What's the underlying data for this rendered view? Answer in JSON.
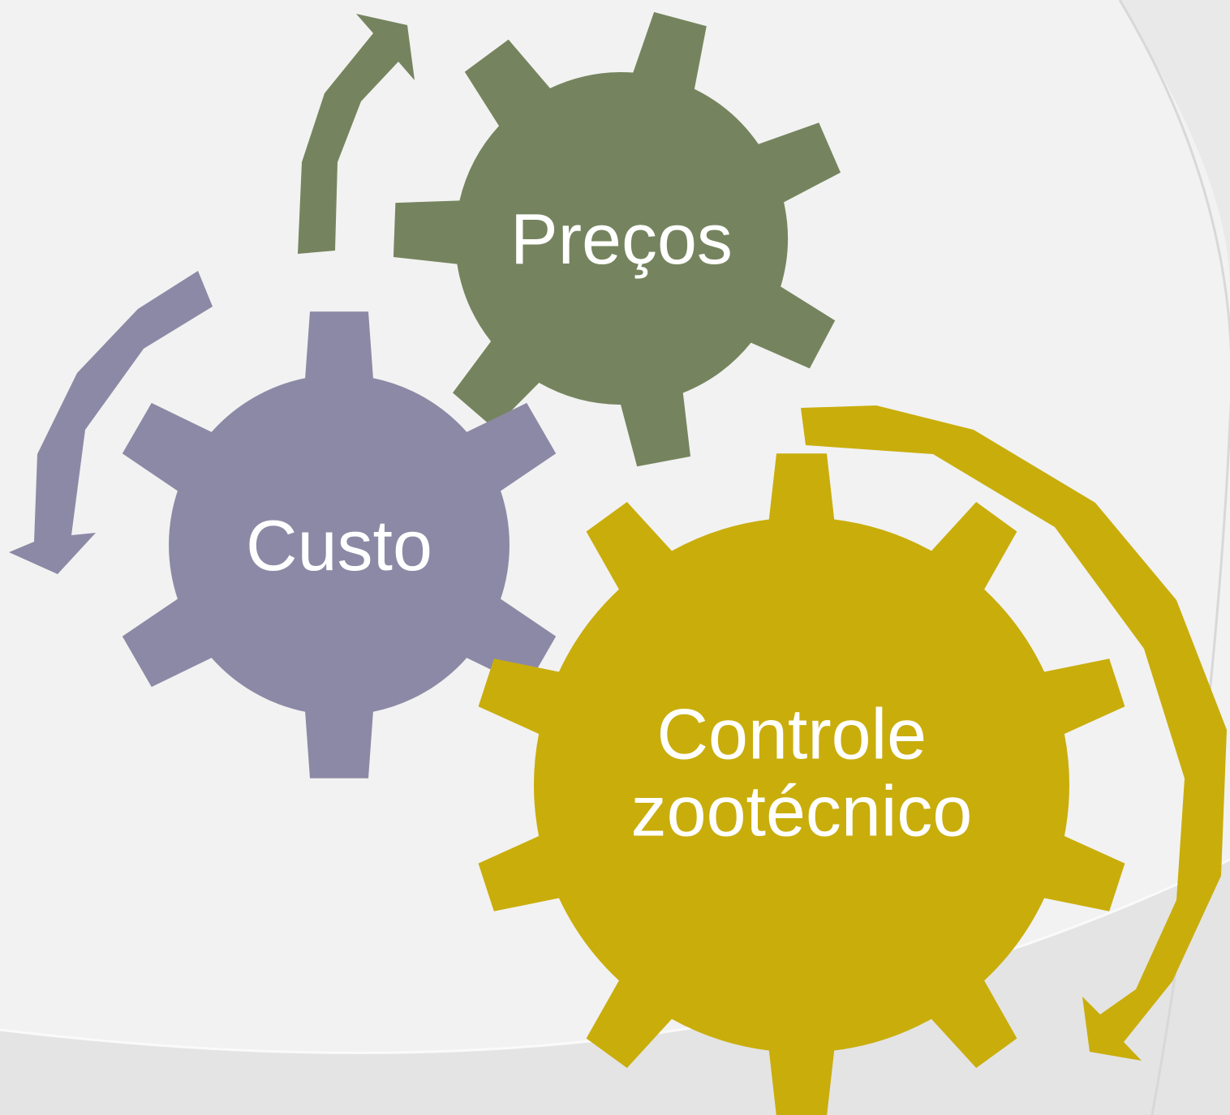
{
  "gears": [
    {
      "id": "precos",
      "label_lines": [
        "Preços"
      ],
      "color": "#75845e"
    },
    {
      "id": "custo",
      "label_lines": [
        "Custo"
      ],
      "color": "#8c89a6"
    },
    {
      "id": "controle",
      "label_lines": [
        "Controle",
        "zootécnico"
      ],
      "color": "#c9ad0b"
    }
  ],
  "background": {
    "base": "#f2f2f2",
    "light": "#f4f4f4",
    "shade": "#e4e4e4",
    "edge": "#d6d6d6"
  }
}
